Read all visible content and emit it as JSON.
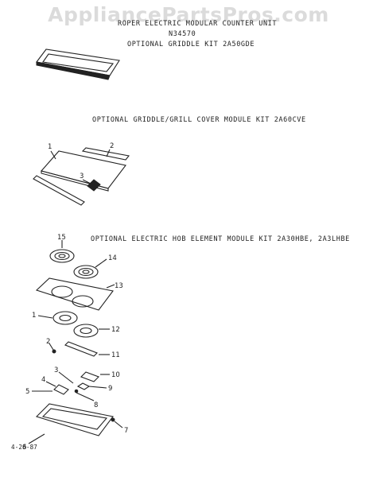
{
  "watermark": "AppliancePartsPros.com",
  "header": {
    "title": "ROPER ELECTRIC MODULAR COUNTER UNIT",
    "model": "N34570",
    "kit1": "OPTIONAL GRIDDLE KIT 2A50GDE"
  },
  "sections": {
    "cover_title": "OPTIONAL GRIDDLE/GRILL COVER MODULE KIT 2A60CVE",
    "hob_title": "OPTIONAL ELECTRIC HOB ELEMENT MODULE KIT 2A30HBE, 2A3LHBE"
  },
  "callouts": {
    "cover": [
      "1",
      "2",
      "3"
    ],
    "hob": [
      "15",
      "14",
      "13",
      "1",
      "12",
      "2",
      "11",
      "3",
      "10",
      "4",
      "9",
      "5",
      "8",
      "7",
      "6"
    ]
  },
  "footer": {
    "date": "4-28-87"
  }
}
